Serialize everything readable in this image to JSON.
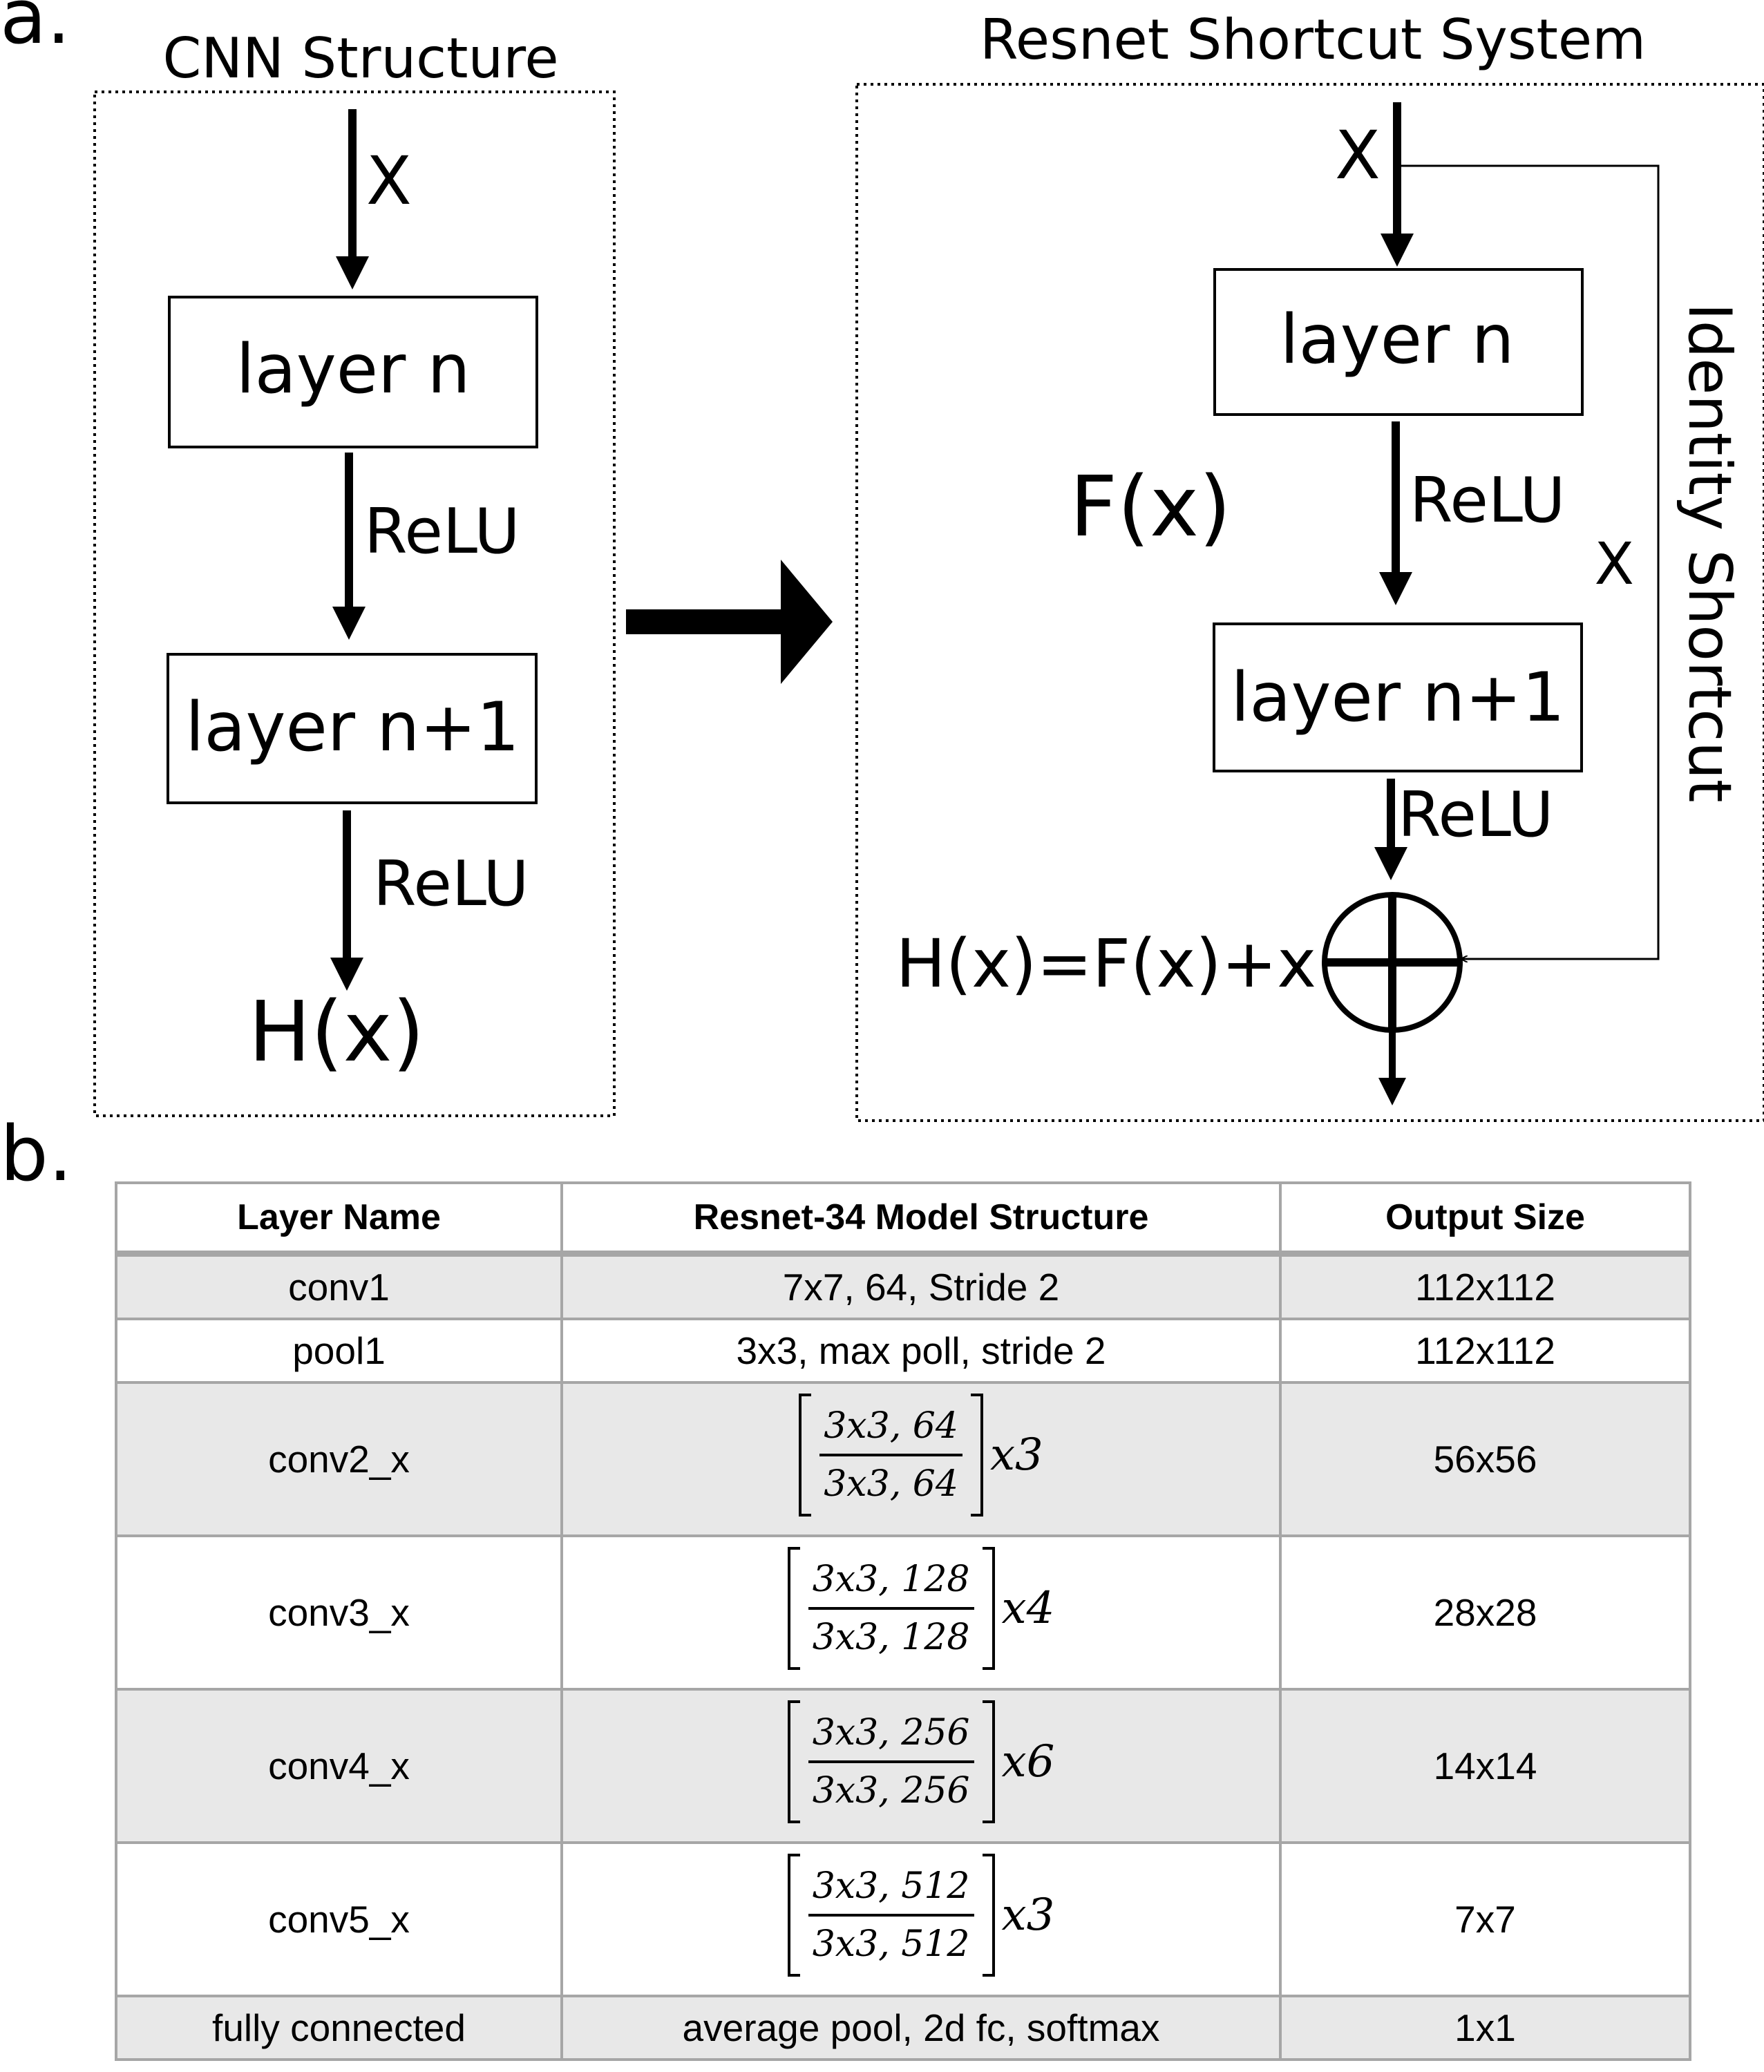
{
  "panel_a": {
    "label": "a.",
    "cnn": {
      "title": "CNN Structure",
      "input": "X",
      "layer1": "layer n",
      "act1": "ReLU",
      "layer2": "layer n+1",
      "act2": "ReLU",
      "output": "H(x)"
    },
    "resnet": {
      "title": "Resnet Shortcut System",
      "input": "X",
      "layer1": "layer n",
      "residual": "F(x)",
      "act1": "ReLU",
      "layer2": "layer n+1",
      "act2": "ReLU",
      "sum": "H(x)=F(x)+x",
      "shortcut_label": "Identity Shortcut",
      "shortcut_x": "X"
    }
  },
  "panel_b": {
    "label": "b.",
    "headers": [
      "Layer Name",
      "Resnet-34 Model Structure",
      "Output Size"
    ],
    "rows": [
      {
        "name": "conv1",
        "structure": "7x7, 64, Stride 2",
        "output": "112x112"
      },
      {
        "name": "pool1",
        "structure": "3x3, max poll, stride 2",
        "output": "112x112"
      },
      {
        "name": "conv2_x",
        "top": "3x3, 64",
        "bottom": "3x3, 64",
        "mult": "x3",
        "output": "56x56"
      },
      {
        "name": "conv3_x",
        "top": "3x3, 128",
        "bottom": "3x3, 128",
        "mult": "x4",
        "output": "28x28"
      },
      {
        "name": "conv4_x",
        "top": "3x3, 256",
        "bottom": "3x3, 256",
        "mult": "x6",
        "output": "14x14"
      },
      {
        "name": "conv5_x",
        "top": "3x3, 512",
        "bottom": "3x3, 512",
        "mult": "x3",
        "output": "7x7"
      },
      {
        "name": "fully connected",
        "structure": "average pool, 2d fc, softmax",
        "output": "1x1"
      }
    ]
  }
}
